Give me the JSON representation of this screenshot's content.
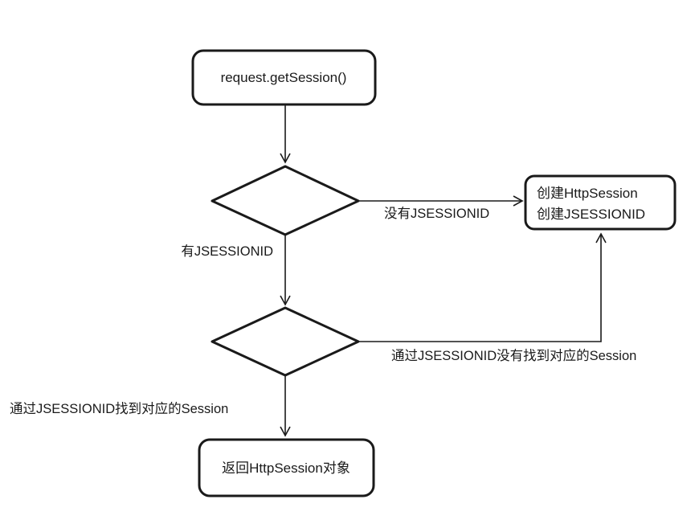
{
  "nodes": {
    "start": {
      "label": "request.getSession()"
    },
    "create": {
      "line1": "创建HttpSession",
      "line2": "创建JSESSIONID"
    },
    "return": {
      "label": "返回HttpSession对象"
    }
  },
  "edges": {
    "no_jsessionid": "没有JSESSIONID",
    "has_jsessionid": "有JSESSIONID",
    "session_not_found": "通过JSESSIONID没有找到对应的Session",
    "session_found": "通过JSESSIONID找到对应的Session"
  },
  "colors": {
    "stroke": "#1a1a1a",
    "background": "#ffffff"
  }
}
